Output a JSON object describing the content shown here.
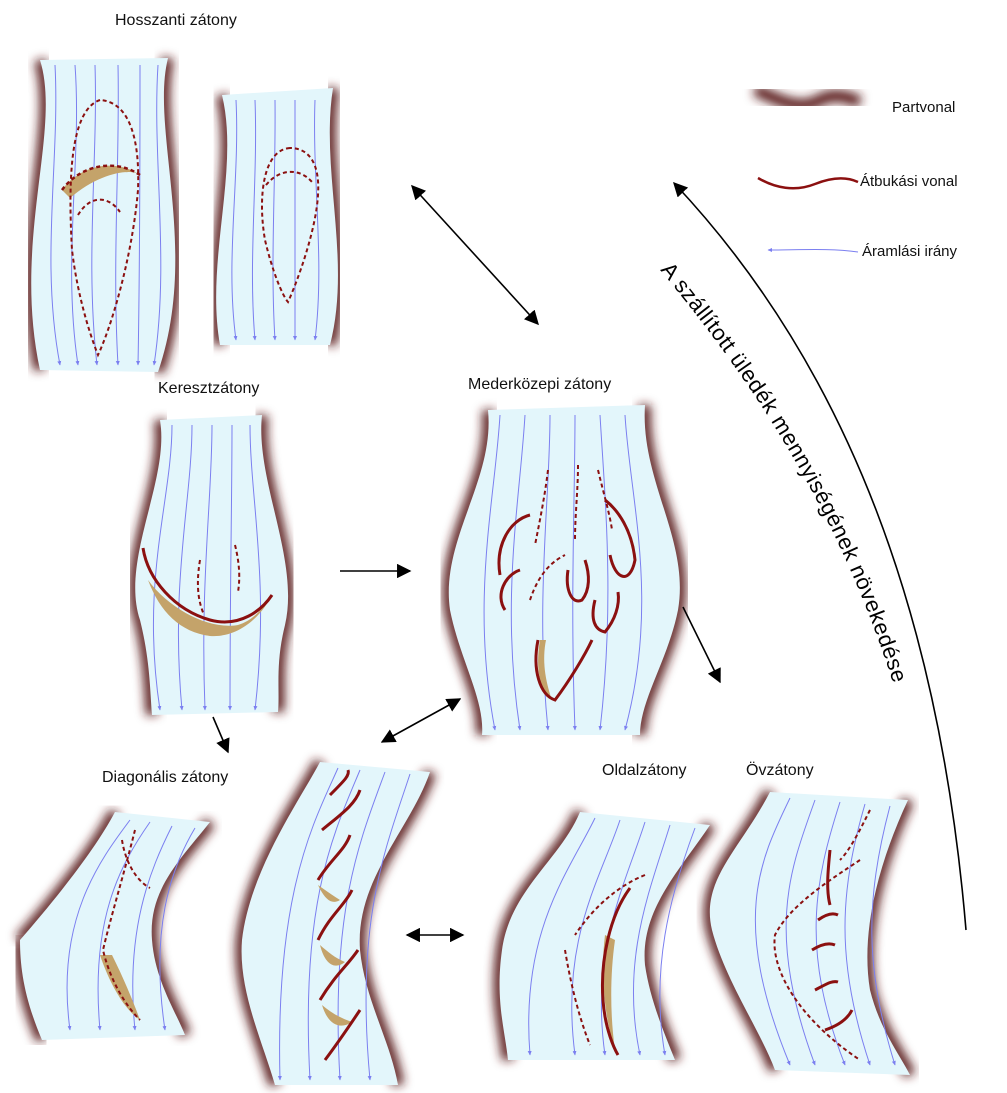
{
  "labels": {
    "longitudinal": "Hosszanti zátony",
    "transverse": "Keresztzátony",
    "midchannel": "Mederközepi zátony",
    "diagonal": "Diagonális zátony",
    "side": "Oldalzátony",
    "point": "Övzátony"
  },
  "legend": {
    "bank": "Partvonal",
    "slipface": "Átbukási vonal",
    "flow": "Áramlási irány"
  },
  "trend_text": "A szállított üledék mennyiségének növekedése",
  "colors": {
    "water": "#e3f6fb",
    "bank": "#5a1f1f",
    "slipface": "#8b1010",
    "flow": "#7b7ff0",
    "bar": "#c4a36a",
    "arrow": "#000000"
  }
}
